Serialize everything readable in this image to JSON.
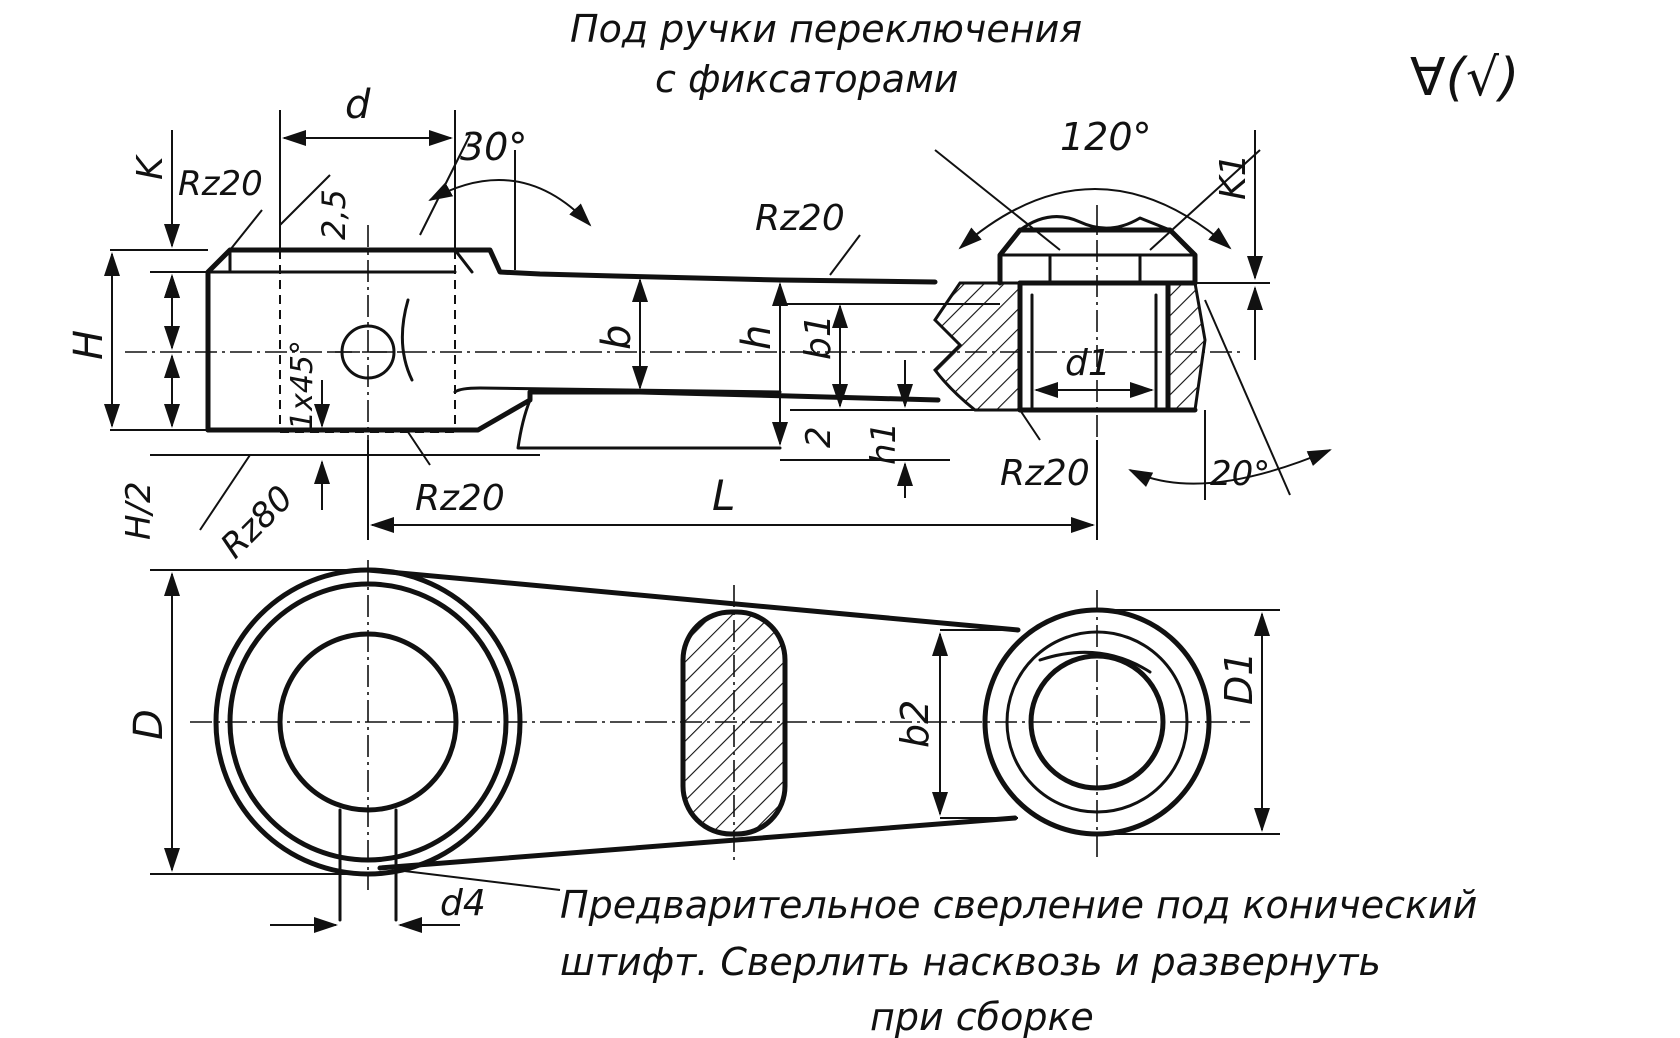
{
  "notes": {
    "top_line1": "Под ручки переключения",
    "top_line2": "с фиксаторами",
    "roughness_symbol": "∀(√)",
    "bottom_line1": "Предварительное сверление под конический",
    "bottom_line2": "штифт. Сверлить насквозь и развернуть",
    "bottom_line3": "при сборке"
  },
  "dimensions": {
    "d": "d",
    "angle_30": "30°",
    "k": "K",
    "rz20_a": "Rz20",
    "v2_5": "2,5",
    "angle_120": "120°",
    "k1": "K1",
    "rz20_b": "Rz20",
    "h_cap": "H",
    "b": "b",
    "h": "h",
    "b1": "b1",
    "d1": "d1",
    "chamfer": "1x45°",
    "two": "2",
    "h1": "h1",
    "rz20_c": "Rz20",
    "rz20_d": "Rz20",
    "angle_20": "20°",
    "h_half": "H/2",
    "rz80": "Rz80",
    "l": "L",
    "d_cap": "D",
    "b2": "b2",
    "d1_cap": "D1",
    "d4": "d4"
  }
}
